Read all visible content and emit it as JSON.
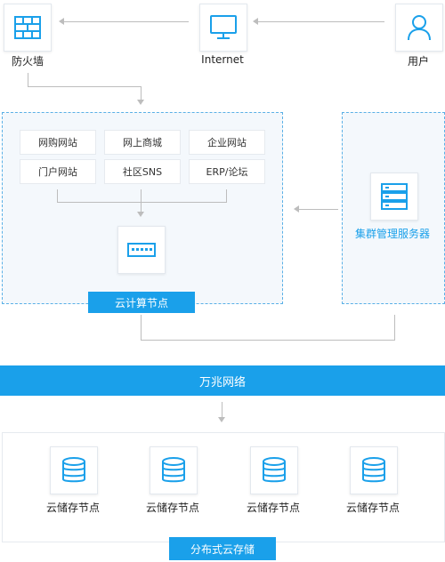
{
  "nodes": {
    "firewall": "防火墙",
    "internet": "Internet",
    "user": "用户",
    "cluster_server": "集群管理服务器"
  },
  "sites": [
    "网购网站",
    "网上商城",
    "企业网站",
    "门户网站",
    "社区SNS",
    "ERP/论坛"
  ],
  "bars": {
    "cloud_compute": "云计算节点",
    "gigabit_network": "万兆网络",
    "distributed_storage": "分布式云存储"
  },
  "storage_nodes": [
    "云储存节点",
    "云储存节点",
    "云储存节点",
    "云储存节点"
  ],
  "colors": {
    "accent": "#1aa0ea",
    "dashed_border": "#5ab0e6",
    "panel_bg": "#f4f8fc",
    "line": "#bdbdbd"
  }
}
